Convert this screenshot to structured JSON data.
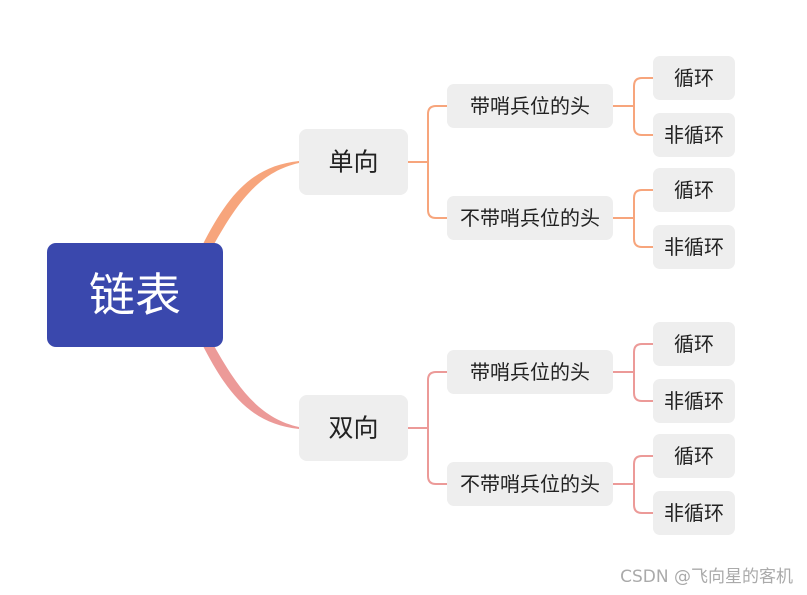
{
  "colors": {
    "root_fill": "#3a48ad",
    "root_text": "#ffffff",
    "node_fill": "#eeeeee",
    "node_text": "#222222",
    "branch_one_way": "#f7a57c",
    "branch_two_way": "#ec9a98"
  },
  "mindmap": {
    "root": "链表",
    "branches": [
      {
        "label": "单向",
        "children": [
          {
            "label": "带哨兵位的头",
            "children": [
              "循环",
              "非循环"
            ]
          },
          {
            "label": "不带哨兵位的头",
            "children": [
              "循环",
              "非循环"
            ]
          }
        ]
      },
      {
        "label": "双向",
        "children": [
          {
            "label": "带哨兵位的头",
            "children": [
              "循环",
              "非循环"
            ]
          },
          {
            "label": "不带哨兵位的头",
            "children": [
              "循环",
              "非循环"
            ]
          }
        ]
      }
    ]
  },
  "watermark": "CSDN @飞向星的客机"
}
